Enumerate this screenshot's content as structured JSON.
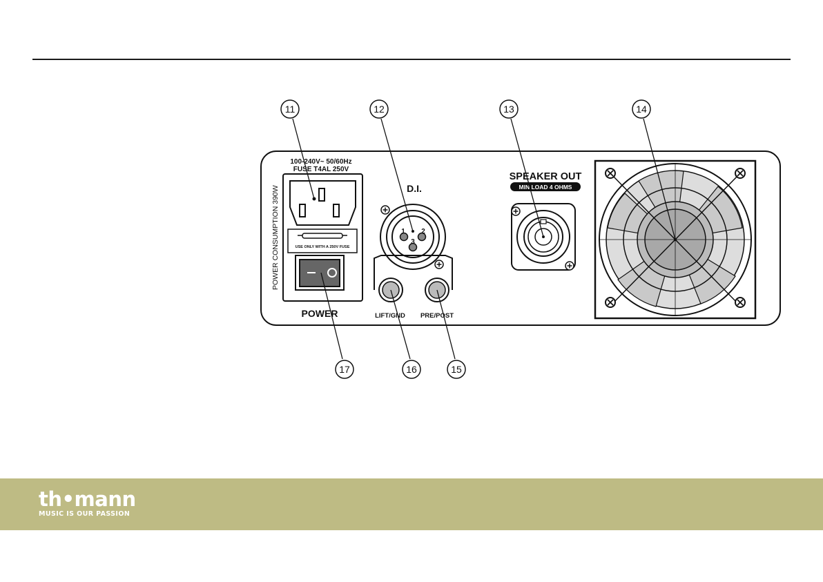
{
  "callouts": {
    "c11": "11",
    "c12": "12",
    "c13": "13",
    "c14": "14",
    "c15": "15",
    "c16": "16",
    "c17": "17"
  },
  "panel": {
    "power_consumption": "POWER CONSUMPTION 390W",
    "voltage": "100-240V~ 50/60Hz",
    "fuse": "FUSE T4AL 250V",
    "fuse_note": "USE ONLY WITH A 250V FUSE",
    "power": "POWER",
    "di": "D.I.",
    "pin1": "1",
    "pin2": "2",
    "pin3": "3",
    "lift_gnd": "LIFT/GND",
    "pre_post": "PRE/POST",
    "speaker_out": "SPEAKER OUT",
    "min_load": "MIN LOAD 4 OHMS"
  },
  "footer": {
    "logo_text": "th•mann",
    "slogan": "MUSIC IS OUR PASSION",
    "brand_color": "#bebb84"
  }
}
